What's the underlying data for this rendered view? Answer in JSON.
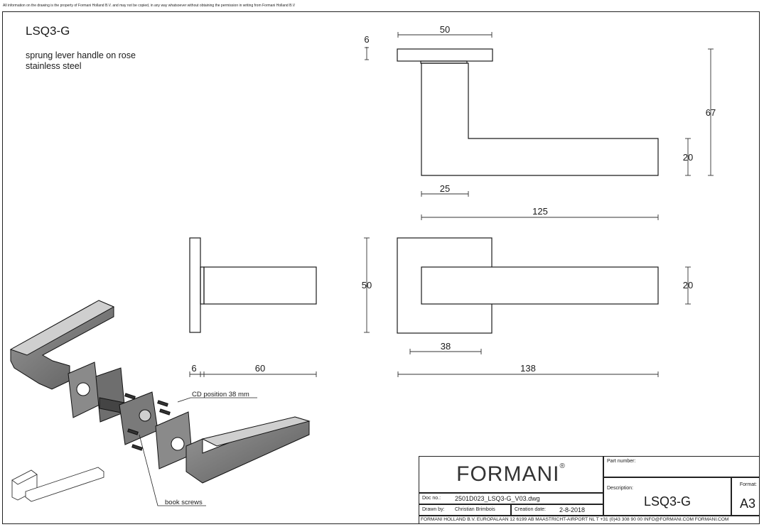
{
  "notice": "All information on the drawing is the property of Formani Holland B.V. and may not be copied, in any way whatsoever without obtaining the permission in writing from Formani Holland B.V",
  "product": {
    "code": "LSQ3-G",
    "description_line1": "sprung lever handle on rose",
    "description_line2": "stainless steel"
  },
  "dimensions": {
    "rose_thickness_top": "6",
    "rose_width_top": "50",
    "total_height": "67",
    "lever_thickness_top": "20",
    "neck_width": "25",
    "lever_length_top": "125",
    "rose_height_front": "50",
    "lever_thickness_front": "20",
    "cd_offset": "38",
    "total_length_front": "138",
    "rose_thickness_side": "6",
    "projection_side": "60"
  },
  "callouts": {
    "cd_position": "CD position 38 mm",
    "book_screws": "book screws"
  },
  "title_block": {
    "brand": "FORMANI",
    "brand_mark": "®",
    "doc_no_label": "Doc no.:",
    "doc_no": "2501D023_LSQ3-G_V03.dwg",
    "drawn_by_label": "Drawn by:",
    "drawn_by": "Christian Brimbois",
    "creation_date_label": "Creation date:",
    "creation_date": "2-8-2018",
    "part_number_label": "Part number:",
    "description_label": "Description:",
    "description": "LSQ3-G",
    "format_label": "Format:",
    "format": "A3",
    "footer": "FORMANI HOLLAND B.V.  EUROPALAAN 12  6199 AB MAASTRICHT-AIRPORT NL  T +31 (0)43 308 90 00 INFO@FORMANI.COM FORMANI.COM"
  }
}
